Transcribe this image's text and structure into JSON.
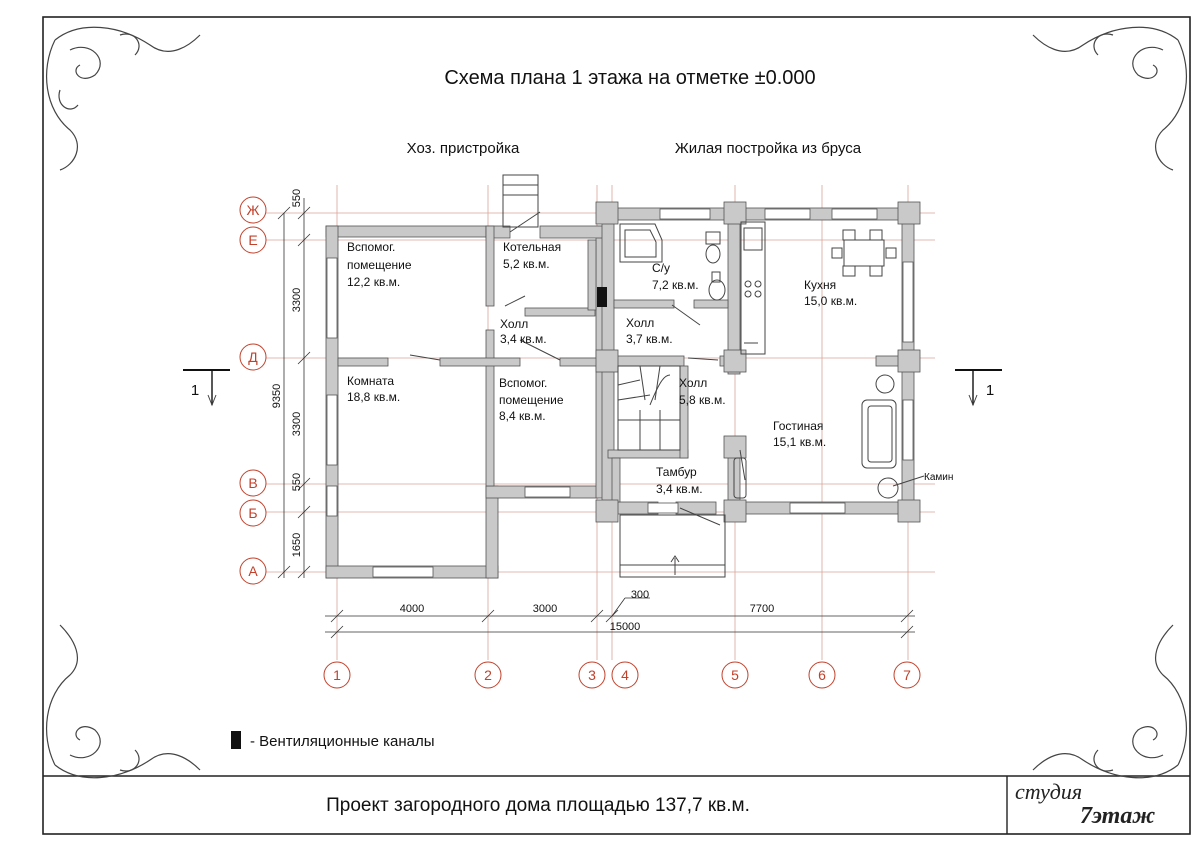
{
  "title": "Схема плана 1 этажа на отметке ±0.000",
  "section_left": "Хоз. пристройка",
  "section_right": "Жилая постройка из бруса",
  "rooms": [
    {
      "l1": "Вспомог.",
      "l2": "помещение",
      "l3": "12,2 кв.м."
    },
    {
      "l1": "Котельная",
      "l2": "5,2 кв.м."
    },
    {
      "l1": "С/у",
      "l2": "7,2 кв.м."
    },
    {
      "l1": "Кухня",
      "l2": "15,0 кв.м."
    },
    {
      "l1": "Холл",
      "l2": "3,4 кв.м."
    },
    {
      "l1": "Холл",
      "l2": "3,7 кв.м."
    },
    {
      "l1": "Комната",
      "l2": "18,8 кв.м."
    },
    {
      "l1": "Вспомог.",
      "l2": "помещение",
      "l3": "8,4 кв.м."
    },
    {
      "l1": "Холл",
      "l2": "5,8 кв.м."
    },
    {
      "l1": "Гостиная",
      "l2": "15,1 кв.м."
    },
    {
      "l1": "Тамбур",
      "l2": "3,4 кв.м."
    },
    {
      "l1": "Камин"
    }
  ],
  "row_axes": [
    "Ж",
    "Е",
    "Д",
    "В",
    "Б",
    "А"
  ],
  "col_axes": [
    "1",
    "2",
    "3",
    "4",
    "5",
    "6",
    "7"
  ],
  "vertical_dims": [
    "550",
    "3300",
    "3300",
    "550",
    "1650",
    "9350"
  ],
  "horizontal_dims": [
    "4000",
    "3000",
    "300",
    "7700",
    "15000"
  ],
  "section_mark": "1",
  "legend": "- Вентиляционные каналы",
  "footer": "Проект загородного дома площадью 137,7 кв.м.",
  "logo": {
    "line1": "студия",
    "line2": "7этаж"
  }
}
